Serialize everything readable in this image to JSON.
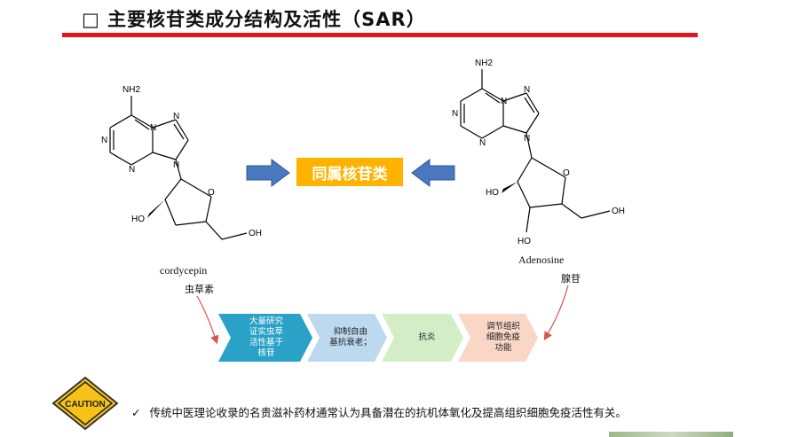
{
  "title": "主要核苷类成分结构及活性（SAR）",
  "title_marker": "□",
  "center_box": "同属核苷类",
  "left_molecule": {
    "name": "cordycepin",
    "cn_name": "虫草素",
    "atoms": {
      "nh2": "NH2",
      "n": "N",
      "oh1": "HO",
      "oh2": "OH",
      "o": "O"
    }
  },
  "right_molecule": {
    "name": "Adenosine",
    "cn_name": "腺苷",
    "atoms": {
      "nh2": "NH2",
      "n": "N",
      "oh1": "HO",
      "oh2": "HO",
      "oh3": "OH",
      "o": "O"
    }
  },
  "chevrons": [
    {
      "text": "大量研究证实虫草活性基于核苷",
      "lines": [
        "大量研究",
        "证实虫草",
        "活性基于",
        "核苷"
      ],
      "color": "#2aa2c8"
    },
    {
      "text": "抑制自由基抗衰老；",
      "lines": [
        "抑制自由",
        "基抗衰老；"
      ],
      "color": "#bcd9f0"
    },
    {
      "text": "抗炎",
      "lines": [
        "抗炎"
      ],
      "color": "#d3eec6"
    },
    {
      "text": "调节组织细胞免疫功能",
      "lines": [
        "调节组织",
        "细胞免疫",
        "功能"
      ],
      "color": "#f9d6c6"
    }
  ],
  "caution_label": "CAUTION",
  "note_check": "✓",
  "note": "传统中医理论收录的名贵滋补药材通常认为具备潜在的抗机体氧化及提高组织细胞免疫活性有关。",
  "colors": {
    "accent_red": "#e2141c",
    "arrow_blue": "#4a78bf",
    "center_box": "#ffb300",
    "caution_yellow": "#f6c21a"
  }
}
